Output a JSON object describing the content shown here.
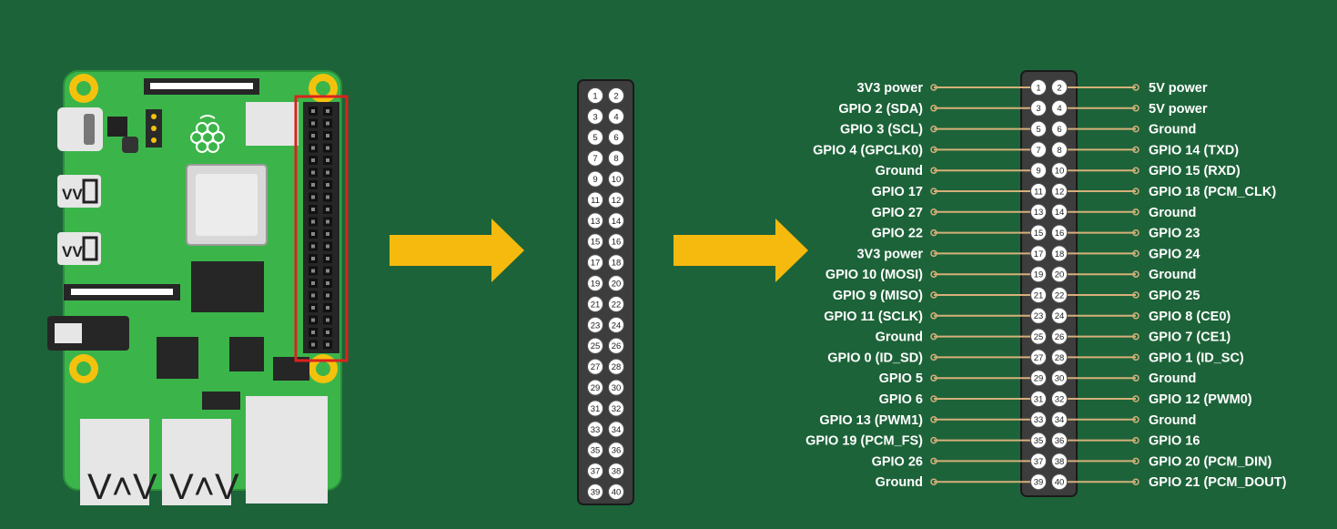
{
  "colors": {
    "background": "#1d6339",
    "board": "#3bb54a",
    "board_edge": "#2b8f3a",
    "header_body": "#3d3d3d",
    "pin_circle": "#ffffff",
    "connector_line": "#d6b07a",
    "arrow": "#f6b90e",
    "highlight_box": "#d9231f",
    "gold": "#f4c20d"
  },
  "board": {
    "usb_ports": [
      {
        "label": "V˄V"
      },
      {
        "label": "V˄V"
      }
    ],
    "side_ports": [
      {
        "label": "VV"
      },
      {
        "label": "VV"
      }
    ]
  },
  "arrows": [
    {
      "icon": "right-arrow-icon"
    },
    {
      "icon": "right-arrow-icon"
    }
  ],
  "pins": [
    {
      "n": 1,
      "label": "3V3 power"
    },
    {
      "n": 2,
      "label": "5V power"
    },
    {
      "n": 3,
      "label": "GPIO 2 (SDA)"
    },
    {
      "n": 4,
      "label": "5V power"
    },
    {
      "n": 5,
      "label": "GPIO 3 (SCL)"
    },
    {
      "n": 6,
      "label": "Ground"
    },
    {
      "n": 7,
      "label": "GPIO 4 (GPCLK0)"
    },
    {
      "n": 8,
      "label": "GPIO 14 (TXD)"
    },
    {
      "n": 9,
      "label": "Ground"
    },
    {
      "n": 10,
      "label": "GPIO 15 (RXD)"
    },
    {
      "n": 11,
      "label": "GPIO 17"
    },
    {
      "n": 12,
      "label": "GPIO 18 (PCM_CLK)"
    },
    {
      "n": 13,
      "label": "GPIO 27"
    },
    {
      "n": 14,
      "label": "Ground"
    },
    {
      "n": 15,
      "label": "GPIO 22"
    },
    {
      "n": 16,
      "label": "GPIO 23"
    },
    {
      "n": 17,
      "label": "3V3 power"
    },
    {
      "n": 18,
      "label": "GPIO 24"
    },
    {
      "n": 19,
      "label": "GPIO 10 (MOSI)"
    },
    {
      "n": 20,
      "label": "Ground"
    },
    {
      "n": 21,
      "label": "GPIO 9 (MISO)"
    },
    {
      "n": 22,
      "label": "GPIO 25"
    },
    {
      "n": 23,
      "label": "GPIO 11 (SCLK)"
    },
    {
      "n": 24,
      "label": "GPIO 8 (CE0)"
    },
    {
      "n": 25,
      "label": "Ground"
    },
    {
      "n": 26,
      "label": "GPIO 7 (CE1)"
    },
    {
      "n": 27,
      "label": "GPIO 0 (ID_SD)"
    },
    {
      "n": 28,
      "label": "GPIO 1 (ID_SC)"
    },
    {
      "n": 29,
      "label": "GPIO 5"
    },
    {
      "n": 30,
      "label": "Ground"
    },
    {
      "n": 31,
      "label": "GPIO 6"
    },
    {
      "n": 32,
      "label": "GPIO 12 (PWM0)"
    },
    {
      "n": 33,
      "label": "GPIO 13 (PWM1)"
    },
    {
      "n": 34,
      "label": "Ground"
    },
    {
      "n": 35,
      "label": "GPIO 19 (PCM_FS)"
    },
    {
      "n": 36,
      "label": "GPIO 16"
    },
    {
      "n": 37,
      "label": "GPIO 26"
    },
    {
      "n": 38,
      "label": "GPIO 20 (PCM_DIN)"
    },
    {
      "n": 39,
      "label": "Ground"
    },
    {
      "n": 40,
      "label": "GPIO 21 (PCM_DOUT)"
    }
  ]
}
